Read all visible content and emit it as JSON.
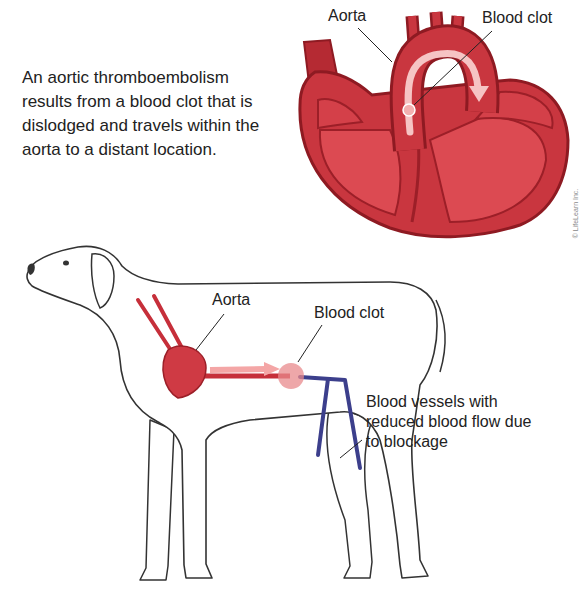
{
  "diagram": {
    "labels": [
      "An aortic thromboembolism results from a blood clot that is dislodged and travels within the aorta to a distant location.",
      "Aorta",
      "Blood clot",
      "Aorta",
      "Blood clot",
      "Blood vessels with reduced blood flow due to blockage",
      "© LifeLearn Inc."
    ]
  }
}
